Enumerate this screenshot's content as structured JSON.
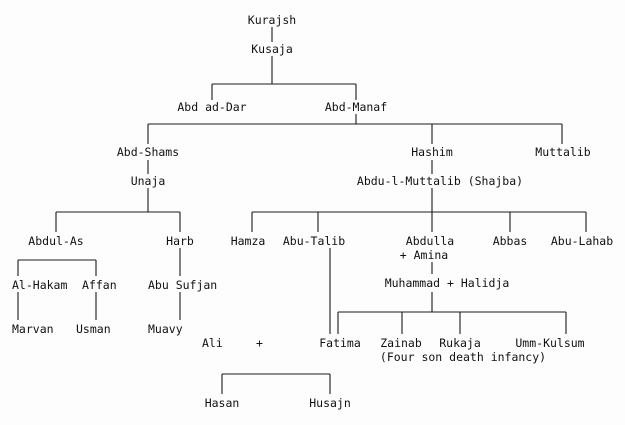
{
  "nodes": {
    "kurajsh": "Kurajsh",
    "kusaja": "Kusaja",
    "abd_ad_dar": "Abd ad-Dar",
    "abd_manaf": "Abd-Manaf",
    "abd_shams": "Abd-Shams",
    "hashim": "Hashim",
    "muttalib": "Muttalib",
    "unaja": "Unaja",
    "abdu_l_muttalib": "Abdu-l-Muttalib (Shajba)",
    "abdul_as": "Abdul-As",
    "harb": "Harb",
    "hamza": "Hamza",
    "abu_talib": "Abu-Talib",
    "abdulla": "Abdulla",
    "plus_amina": "+ Amina",
    "abbas": "Abbas",
    "abu_lahab": "Abu-Lahab",
    "al_hakam": "Al-Hakam",
    "affan": "Affan",
    "abu_sufjan": "Abu Sufjan",
    "muhammad_halidja": "Muhammad + Halidja",
    "marvan": "Marvan",
    "usman": "Usman",
    "muavy": "Muavy",
    "ali": "Ali",
    "plus": "+",
    "fatima": "Fatima",
    "zainab": "Zainab",
    "rukaja": "Rukaja",
    "umm_kulsum": "Umm-Kulsum",
    "four_son_note": "(Four son death infancy)",
    "hasan": "Hasan",
    "husajn": "Husajn"
  }
}
